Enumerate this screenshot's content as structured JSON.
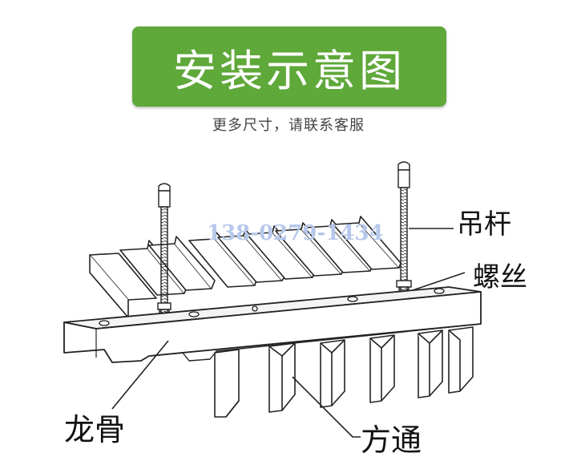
{
  "header": {
    "title": "安装示意图",
    "subtitle": "更多尺寸，请联系客服",
    "title_bg_color": "#5fa83a"
  },
  "labels": {
    "rod": "吊杆",
    "screw": "螺丝",
    "keel": "龙骨",
    "tube": "方通"
  },
  "watermark": "138-0279-1434"
}
